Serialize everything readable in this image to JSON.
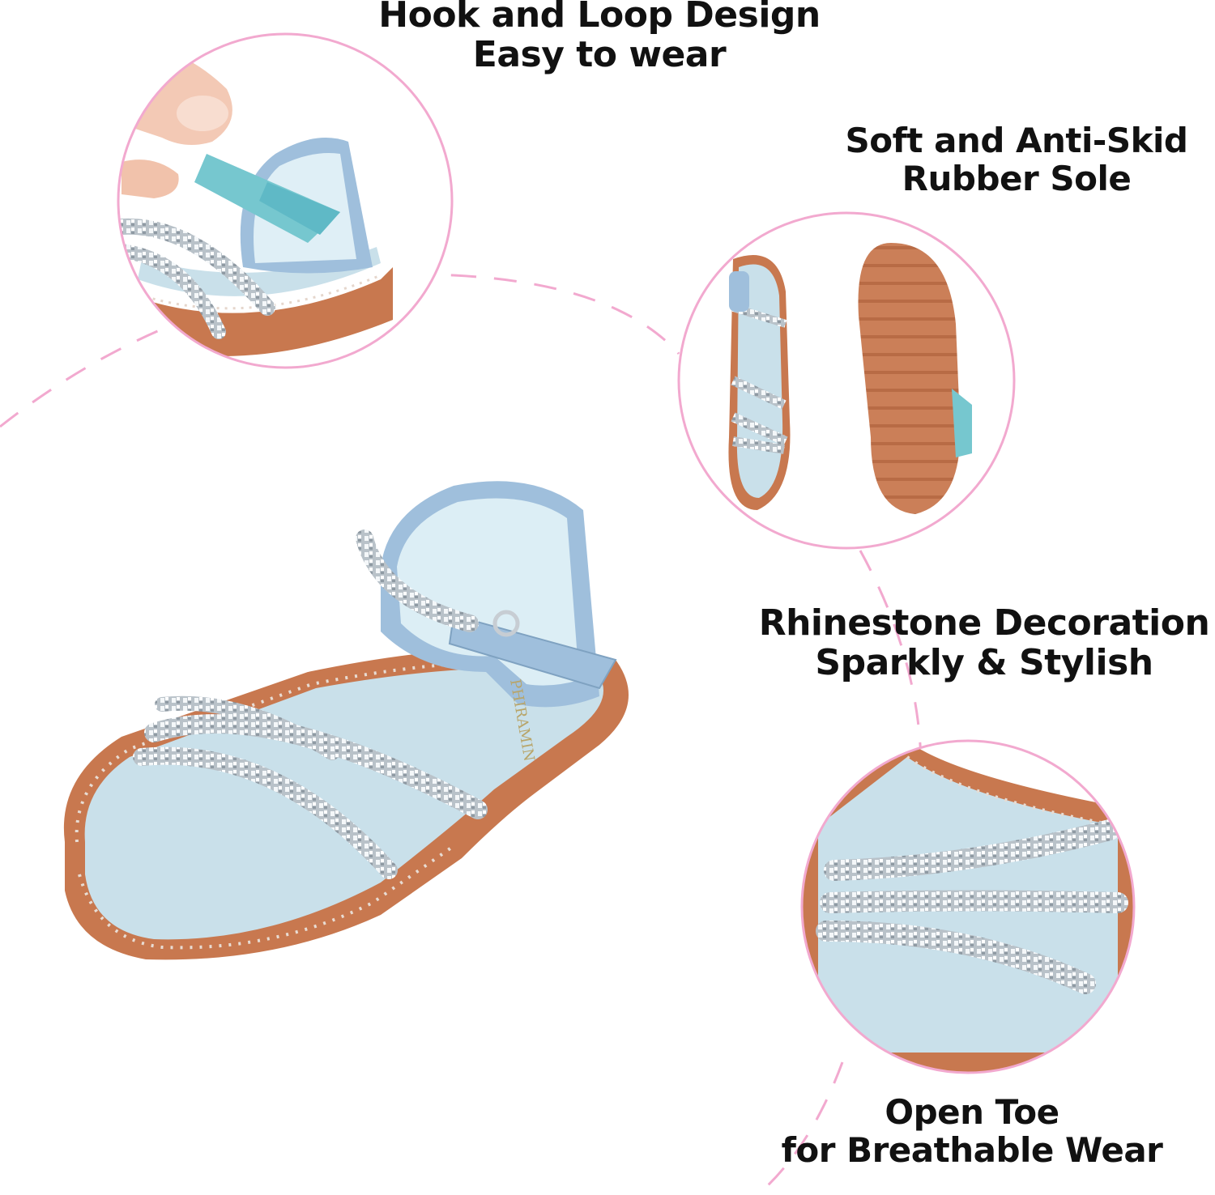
{
  "features": [
    {
      "lines": [
        "Hook and Loop Design",
        "Easy to wear"
      ]
    },
    {
      "lines": [
        "Soft and Anti-Skid",
        "Rubber Sole"
      ]
    },
    {
      "lines": [
        "Rhinestone Decoration",
        "Sparkly & Stylish"
      ]
    },
    {
      "lines": [
        "Open Toe",
        "for Breathable Wear"
      ]
    }
  ],
  "brand_mark": "PHIRAMIN",
  "colors": {
    "strap_blue": "#9fbfdc",
    "insole_blue": "#c9e0ea",
    "sole_tan": "#c8784f",
    "rhinestone": "#d7dde2",
    "hook_loop": "#76c7cf",
    "pink_ring": "#f2a9cf"
  }
}
